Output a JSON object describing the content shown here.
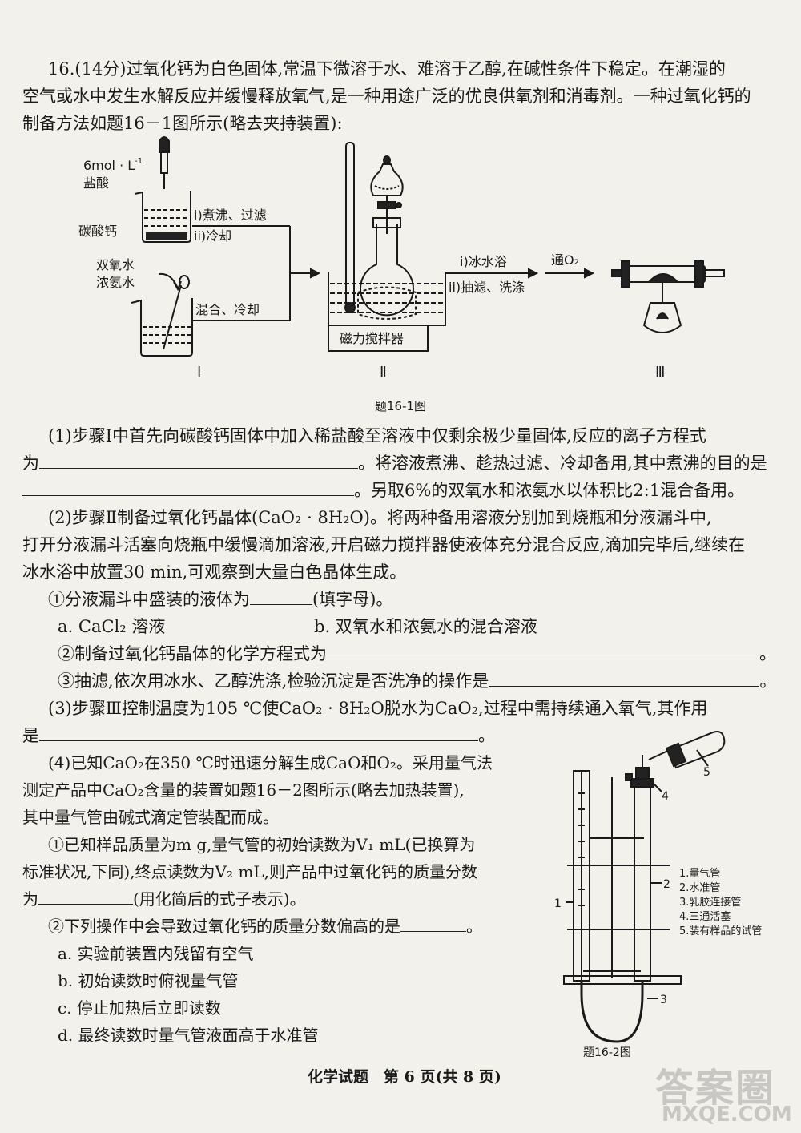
{
  "q16": {
    "intro": [
      "16.(14分)过氧化钙为白色固体,常温下微溶于水、难溶于乙醇,在碱性条件下稳定。在潮湿的",
      "空气或水中发生水解反应并缓慢释放氧气,是一种用途广泛的优良供氧剂和消毒剂。一种过氧化钙的",
      "制备方法如题16－1图所示(略去夹持装置):"
    ],
    "fig1": {
      "acid_conc": "6mol · L",
      "acid_sup": "-1",
      "acid_name": "盐酸",
      "solid": "碳酸钙",
      "reagent1": "双氧水",
      "reagent2": "浓氨水",
      "step1a": "i)煮沸、过滤",
      "step1b": "ii)冷却",
      "mix": "混合、冷却",
      "stirrer": "磁力搅拌器",
      "step2a": "i)冰水浴",
      "step2b": "ii)抽滤、洗涤",
      "o2": "通O₂",
      "lab1": "Ⅰ",
      "lab2": "Ⅱ",
      "lab3": "Ⅲ",
      "caption": "题16-1图"
    },
    "s1": {
      "l1": "(1)步骤Ⅰ中首先向碳酸钙固体中加入稀盐酸至溶液中仅剩余极少量固体,反应的离子方程式",
      "l2a": "为",
      "l2b": "。将溶液煮沸、趁热过滤、冷却备用,其中煮沸的目的是",
      "l3": "。另取6%的双氧水和浓氨水以体积比2:1混合备用。"
    },
    "s2": {
      "l1": "(2)步骤Ⅱ制备过氧化钙晶体(CaO₂ · 8H₂O)。将两种备用溶液分别加到烧瓶和分液漏斗中,",
      "l2": "打开分液漏斗活塞向烧瓶中缓慢滴加溶液,开启磁力搅拌器使液体充分混合反应,滴加完毕后,继续在",
      "l3": "冰水浴中放置30 min,可观察到大量白色晶体生成。",
      "q1a": "①分液漏斗中盛装的液体为",
      "q1b": "(填字母)。",
      "optA": "a. CaCl₂ 溶液",
      "optB": "b. 双氧水和浓氨水的混合溶液",
      "q2": "②制备过氧化钙晶体的化学方程式为",
      "q3": "③抽滤,依次用冰水、乙醇洗涤,检验沉淀是否洗净的操作是",
      "end": "。"
    },
    "s3": {
      "l1": "(3)步骤Ⅲ控制温度为105 ℃使CaO₂ · 8H₂O脱水为CaO₂,过程中需持续通入氧气,其作用",
      "l2": "是",
      "end": "。"
    },
    "s4": {
      "l1": "(4)已知CaO₂在350 ℃时迅速分解生成CaO和O₂。采用量气法",
      "l2": "测定产品中CaO₂含量的装置如题16－2图所示(略去加热装置),",
      "l3": "其中量气管由碱式滴定管装配而成。",
      "q1": "①已知样品质量为m g,量气管的初始读数为V₁ mL(已换算为",
      "q1b": "标准状况,下同),终点读数为V₂ mL,则产品中过氧化钙的质量分数",
      "q1c": "为",
      "q1d": "(用化简后的式子表示)。",
      "q2": "②下列操作中会导致过氧化钙的质量分数偏高的是",
      "q2end": "。",
      "opts": [
        "a. 实验前装置内残留有空气",
        "b. 初始读数时俯视量气管",
        "c. 停止加热后立即读数",
        "d. 最终读数时量气管液面高于水准管"
      ]
    },
    "fig2": {
      "legend": [
        "1.量气管",
        "2.水准管",
        "3.乳胶连接管",
        "4.三通活塞",
        "5.装有样品的试管"
      ],
      "n1": "1",
      "n2": "2",
      "n3": "3",
      "n4": "4",
      "n5": "5",
      "caption": "题16-2图"
    }
  },
  "footer": "化学试题　第 6 页(共 8 页)",
  "watermark": {
    "big": "答案圈",
    "url": "MXQE.COM"
  }
}
